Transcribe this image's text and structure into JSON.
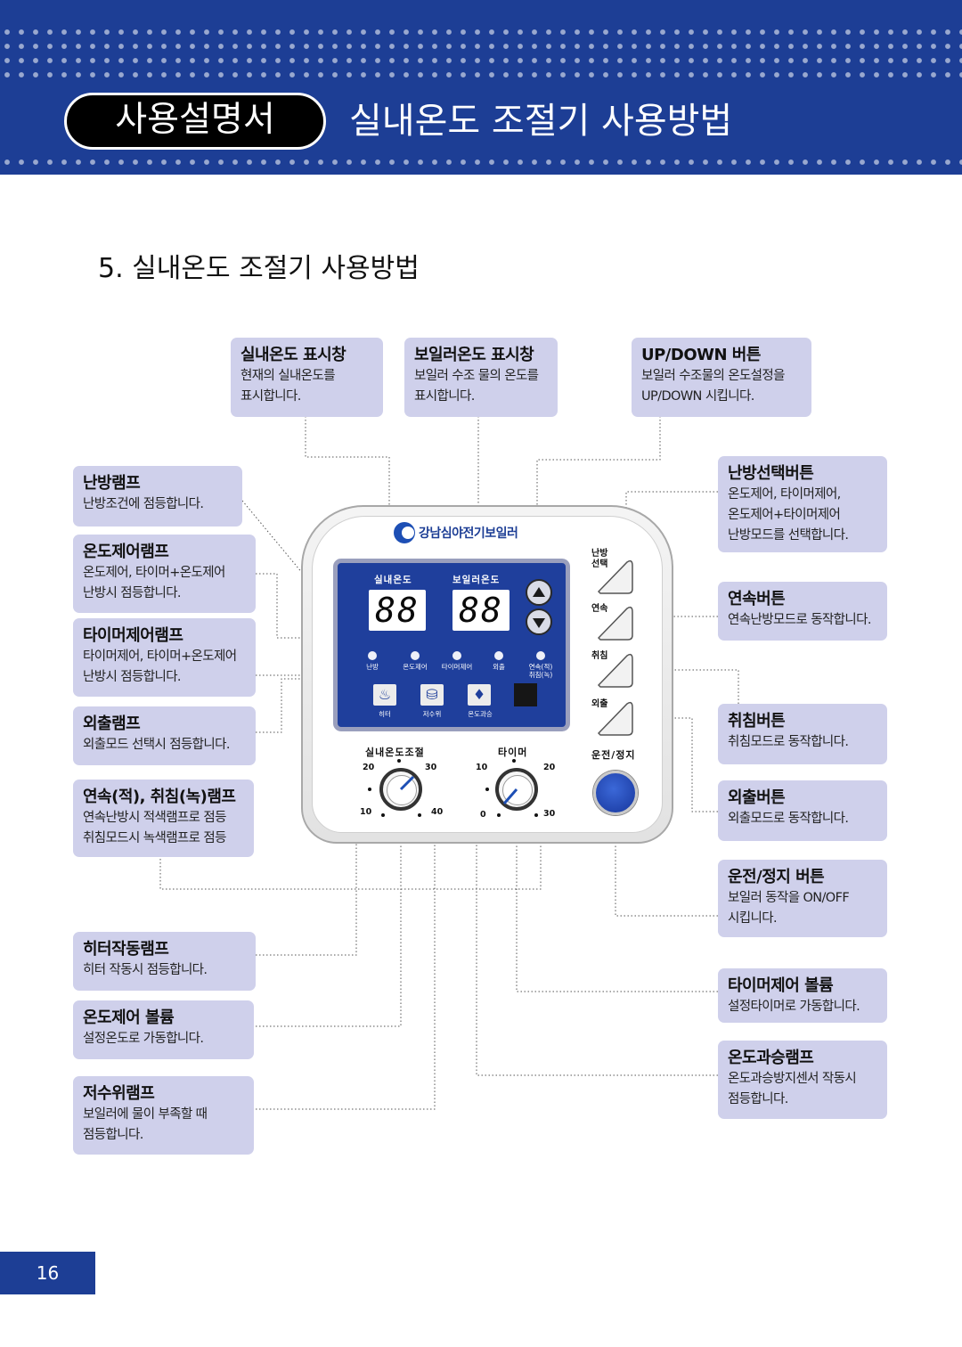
{
  "header": {
    "badge": "사용설명서",
    "title": "실내온도 조절기 사용방법"
  },
  "section_title": "5. 실내온도 조절기 사용방법",
  "callouts": {
    "room_display": {
      "title": "실내온도 표시창",
      "lines": [
        "현재의 실내온도를",
        "표시합니다."
      ]
    },
    "boiler_display": {
      "title": "보일러온도 표시창",
      "lines": [
        "보일러 수조 물의 온도를",
        "표시합니다."
      ]
    },
    "updown": {
      "title": "UP/DOWN 버튼",
      "lines": [
        "보일러 수조물의 온도설정을",
        "UP/DOWN 시킵니다."
      ]
    },
    "heating_lamp": {
      "title": "난방램프",
      "lines": [
        "난방조건에 점등합니다."
      ]
    },
    "temp_lamp": {
      "title": "온도제어램프",
      "lines": [
        "온도제어, 타이머+온도제어",
        "난방시 점등합니다."
      ]
    },
    "timer_lamp": {
      "title": "타이머제어램프",
      "lines": [
        "타이머제어, 타이머+온도제어",
        "난방시 점등합니다."
      ]
    },
    "away_lamp": {
      "title": "외출램프",
      "lines": [
        "외출모드 선택시 점등합니다."
      ]
    },
    "cont_sleep_lamp": {
      "title": "연속(적), 취침(녹)램프",
      "lines": [
        "연속난방시 적색램프로 점등",
        "취침모드시 녹색램프로 점등"
      ]
    },
    "heater_lamp": {
      "title": "히터작동램프",
      "lines": [
        "히터 작동시 점등합니다."
      ]
    },
    "temp_volume": {
      "title": "온도제어 볼륨",
      "lines": [
        "설정온도로 가동합니다."
      ]
    },
    "water_lamp": {
      "title": "저수위램프",
      "lines": [
        "보일러에 물이 부족할 때",
        "점등합니다."
      ]
    },
    "heat_select_btn": {
      "title": "난방선택버튼",
      "lines": [
        "온도제어, 타이머제어,",
        "온도제어+타이머제어",
        "난방모드를 선택합니다."
      ]
    },
    "cont_btn": {
      "title": "연속버튼",
      "lines": [
        "연속난방모드로 동작합니다."
      ]
    },
    "sleep_btn": {
      "title": "취침버튼",
      "lines": [
        "취침모드로 동작합니다."
      ]
    },
    "away_btn": {
      "title": "외출버튼",
      "lines": [
        "외출모드로 동작합니다."
      ]
    },
    "power_btn": {
      "title": "운전/정지 버튼",
      "lines": [
        "보일러 동작을 ON/OFF",
        "시킵니다."
      ]
    },
    "timer_volume": {
      "title": "타이머제어 볼륨",
      "lines": [
        "설정타이머로 가동합니다."
      ]
    },
    "overheat_lamp": {
      "title": "온도과승램프",
      "lines": [
        "온도과승방지센서 작동시",
        "점등합니다."
      ]
    }
  },
  "device": {
    "brand": "강남심야전기보일러",
    "room_temp_label": "실내온도",
    "boiler_temp_label": "보일러온도",
    "room_temp_value": "88",
    "boiler_temp_value": "88",
    "led_labels": [
      "난방",
      "온도제어",
      "타이머제어",
      "외출"
    ],
    "cont_sleep_label_1": "연속(적)",
    "cont_sleep_label_2": "취침(녹)",
    "indicator_labels": [
      "히터",
      "저수위",
      "온도과승"
    ],
    "side_buttons": {
      "heat_select_1": "난방",
      "heat_select_2": "선택",
      "continuous": "연속",
      "sleep": "취침",
      "away": "외출"
    },
    "room_knob_label": "실내온도조절",
    "room_knob_ticks": [
      "20",
      "30",
      "10",
      "40"
    ],
    "timer_knob_label": "타이머",
    "timer_knob_ticks": [
      "10",
      "20",
      "0",
      "30"
    ],
    "power_label": "운전/정지"
  },
  "page_number": "16",
  "colors": {
    "header_blue": "#1d3e95",
    "panel_blue": "#1f3f9c",
    "callout_bg": "#cfd0eb"
  }
}
